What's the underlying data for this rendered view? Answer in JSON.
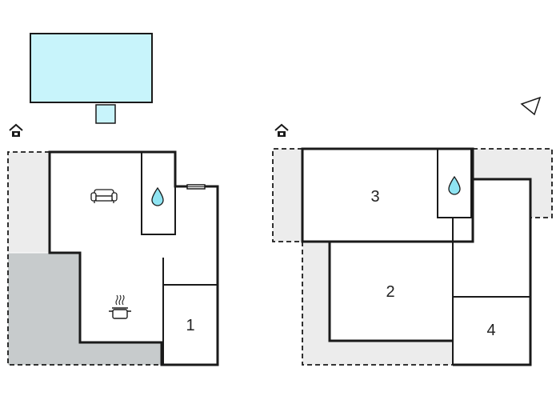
{
  "colors": {
    "pool": "#c8f4fb",
    "terrace": "#ececec",
    "covered_terrace": "#c7cbcc",
    "wall": "#1a1a1a",
    "water_drop": "#8fe4f2"
  },
  "icons": {
    "entrance": "house-arrow-icon",
    "compass": "north-arrow-icon",
    "living": "sofa-icon",
    "kitchen": "cooking-pot-icon",
    "bathroom": "water-drop-icon"
  },
  "ground_floor": {
    "rooms": [
      {
        "label": "1"
      }
    ]
  },
  "upper_floor": {
    "rooms": [
      {
        "label": "3"
      },
      {
        "label": "2"
      },
      {
        "label": "4"
      }
    ]
  }
}
